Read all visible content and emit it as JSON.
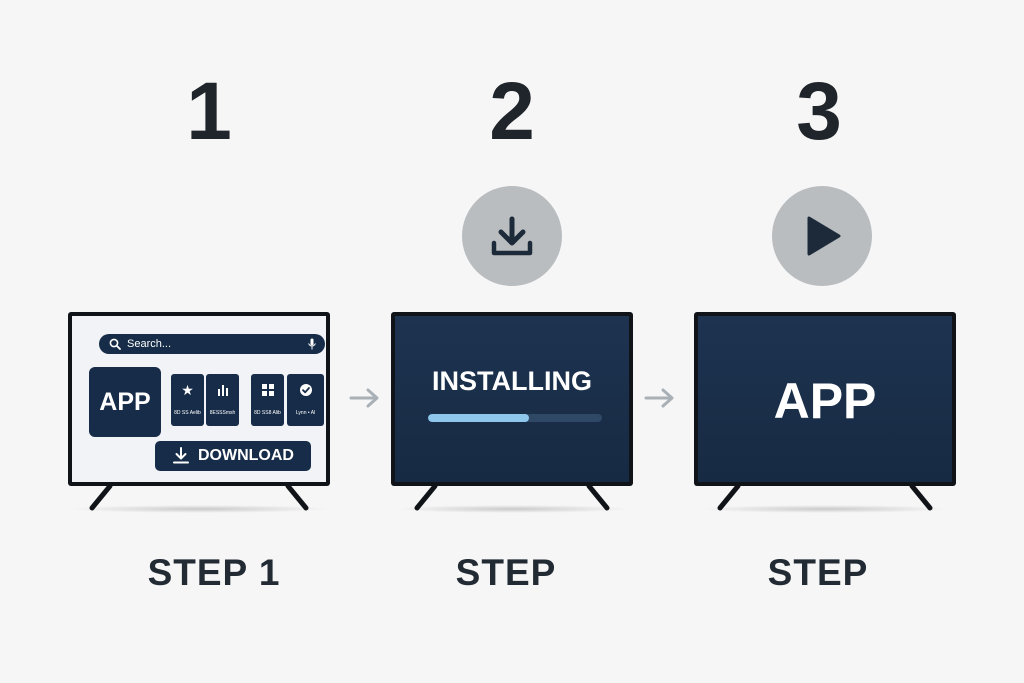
{
  "steps": [
    {
      "number": "1",
      "caption": "STEP 1",
      "screen": {
        "search_placeholder": "Search...",
        "app_tile_label": "APP",
        "mini_tiles": [
          {
            "icon": "star-icon",
            "label": "8D SS Aelib"
          },
          {
            "icon": "bar-chart-icon",
            "label": "8ESSSmsh"
          },
          {
            "icon": "grid-icon",
            "label": "8D SS8 Alib"
          },
          {
            "icon": "check-circle-icon",
            "label": "Lynn • Al"
          }
        ],
        "download_label": "DOWNLOAD"
      }
    },
    {
      "number": "2",
      "caption": "STEP",
      "badge_icon": "download-icon",
      "screen": {
        "status_text": "INSTALLING",
        "progress": 0.58
      }
    },
    {
      "number": "3",
      "caption": "STEP",
      "badge_icon": "play-icon",
      "screen": {
        "app_text": "APP"
      }
    }
  ],
  "colors": {
    "background": "#f6f6f6",
    "navy": "#172c48",
    "screen_dark": "#1d3350",
    "badge": "#b9bdc0",
    "progress_fill": "#8ec6ec",
    "arrow": "#a9b0b6"
  }
}
